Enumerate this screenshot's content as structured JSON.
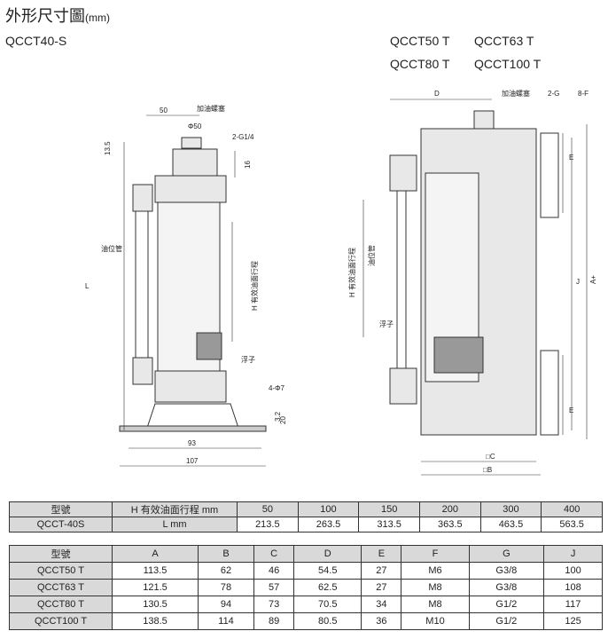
{
  "title": "外形尺寸圖",
  "title_unit": "(mm)",
  "models": {
    "left": "QCCT40-S",
    "right": [
      "QCCT50 T",
      "QCCT63 T",
      "QCCT80 T",
      "QCCT100 T"
    ]
  },
  "drawing_left": {
    "w50": "50",
    "phi50": "Φ50",
    "fill_plug": "加油螺塞",
    "port": "2-G1/4",
    "d13": "13.5",
    "d16": "16",
    "tube": "油位管",
    "L": "L",
    "H": "H 有效油面行程",
    "float": "浮子",
    "holes": "4-Φ7",
    "d32": "3.2",
    "d20": "20",
    "d93": "93",
    "d107": "107"
  },
  "drawing_right": {
    "D": "D",
    "fill_plug": "加油螺塞",
    "port": "2-G",
    "bolt": "8-F",
    "A": "A+",
    "E": "E",
    "J": "J",
    "H": "H 有效油面行程",
    "tube": "油位管",
    "float": "浮子",
    "C": "□C",
    "B": "□B"
  },
  "table1": {
    "header": [
      "型號",
      "H 有效油面行程 mm",
      "50",
      "100",
      "150",
      "200",
      "300",
      "400"
    ],
    "row": [
      "QCCT-40S",
      "L mm",
      "213.5",
      "263.5",
      "313.5",
      "363.5",
      "463.5",
      "563.5"
    ]
  },
  "table2": {
    "header": [
      "型號",
      "A",
      "B",
      "C",
      "D",
      "E",
      "F",
      "G",
      "J"
    ],
    "rows": [
      [
        "QCCT50 T",
        "113.5",
        "62",
        "46",
        "54.5",
        "27",
        "M6",
        "G3/8",
        "100"
      ],
      [
        "QCCT63 T",
        "121.5",
        "78",
        "57",
        "62.5",
        "27",
        "M8",
        "G3/8",
        "108"
      ],
      [
        "QCCT80 T",
        "130.5",
        "94",
        "73",
        "70.5",
        "34",
        "M8",
        "G1/2",
        "117"
      ],
      [
        "QCCT100 T",
        "138.5",
        "114",
        "89",
        "80.5",
        "36",
        "M10",
        "G1/2",
        "125"
      ]
    ]
  }
}
